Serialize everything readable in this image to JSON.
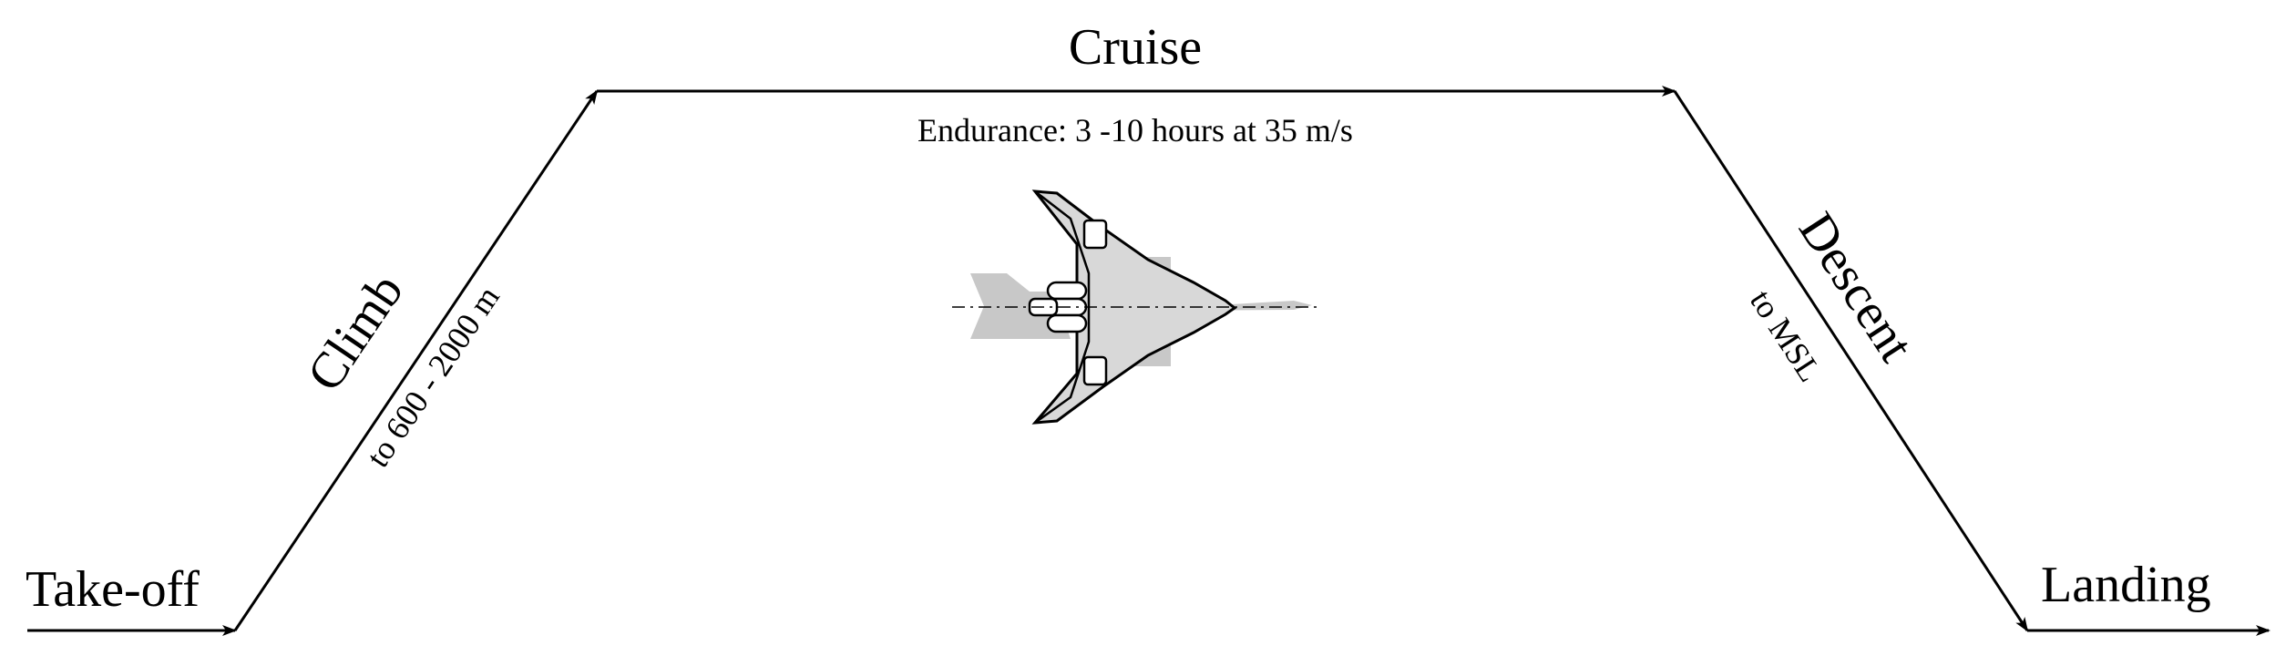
{
  "diagram": {
    "phases": {
      "takeoff": "Take-off",
      "climb": "Climb",
      "climb_note": "to 600 - 2000 m",
      "cruise": "Cruise",
      "cruise_note": "Endurance: 3 -10 hours at 35 m/s",
      "descent": "Descent",
      "descent_note": "to MSL",
      "landing": "Landing"
    },
    "colors": {
      "line": "#000000",
      "aircraft_shadow": "#c8c8c8",
      "aircraft_wing": "#d8d8d8",
      "aircraft_outline": "#000000"
    }
  }
}
